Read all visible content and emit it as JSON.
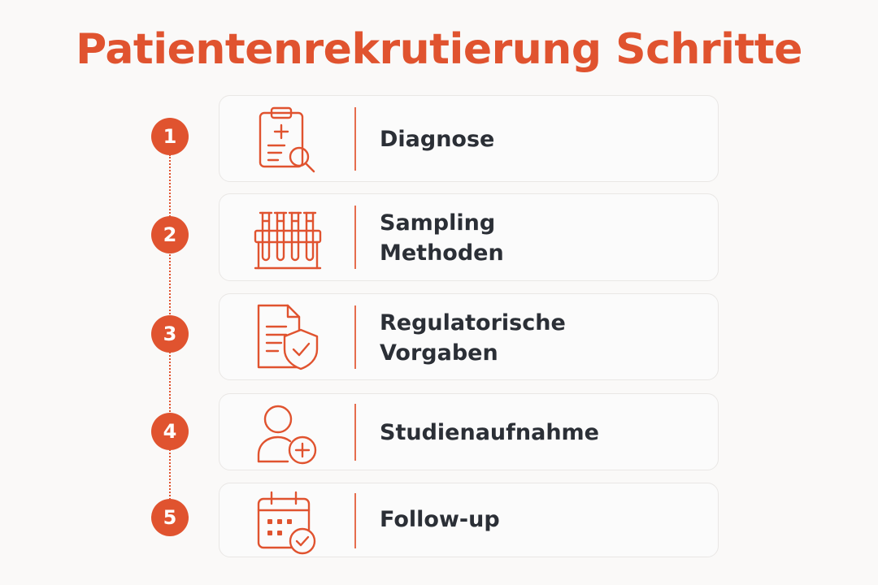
{
  "title": "Patientenrekrutierung Schritte",
  "steps": [
    {
      "number": "1",
      "label": "Diagnose",
      "icon": "clipboard-search-icon"
    },
    {
      "number": "2",
      "label": "Sampling\nMethoden",
      "icon": "test-tubes-icon"
    },
    {
      "number": "3",
      "label": "Regulatorische\nVorgaben",
      "icon": "document-shield-icon"
    },
    {
      "number": "4",
      "label": "Studienaufnahme",
      "icon": "user-add-icon"
    },
    {
      "number": "5",
      "label": "Follow-up",
      "icon": "calendar-check-icon"
    }
  ],
  "colors": {
    "accent": "#e0532f",
    "text": "#2b2f36",
    "card_border": "#e9e7e5",
    "background": "#faf9f8"
  }
}
